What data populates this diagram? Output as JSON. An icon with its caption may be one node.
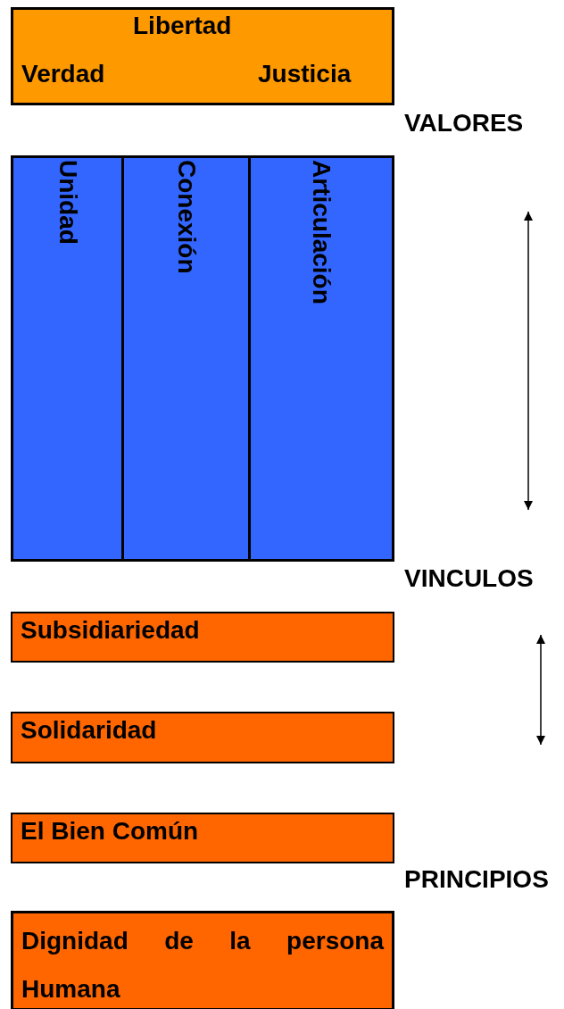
{
  "diagram": {
    "nodes": [
      {
        "text": [
          "Verdad",
          "Libertad",
          "Justicia"
        ]
      },
      {
        "text": [],
        "shape": "box"
      },
      {
        "text": [
          "Unidad"
        ],
        "in": 1
      },
      {
        "text": [
          "Conexión"
        ],
        "in": 1
      },
      {
        "text": [
          "Articulación"
        ],
        "in": 1
      },
      {
        "text": [
          "Subsidiariedad"
        ]
      },
      {
        "text": [
          "Solidaridad"
        ]
      },
      {
        "text": [
          "El Bien Común"
        ]
      },
      {
        "text": [
          "Dignidad de la persona Humana"
        ]
      }
    ],
    "labels": [
      "VALORES",
      "VINCULOS",
      "PRINCIPIOS"
    ]
  }
}
